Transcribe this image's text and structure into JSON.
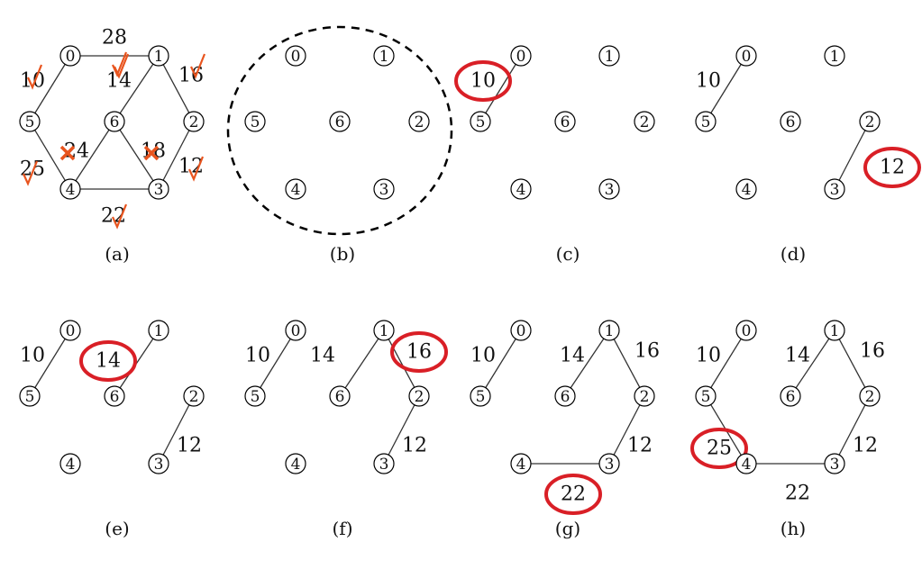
{
  "panels": [
    {
      "caption": "(a)",
      "nodes": [
        "0",
        "1",
        "2",
        "3",
        "4",
        "5",
        "6"
      ],
      "edges": [
        {
          "from": "0",
          "to": "1",
          "weight": "28",
          "mark": "check"
        },
        {
          "from": "0",
          "to": "5",
          "weight": "10",
          "mark": "check"
        },
        {
          "from": "1",
          "to": "6",
          "weight": "14",
          "mark": "check"
        },
        {
          "from": "1",
          "to": "2",
          "weight": "16",
          "mark": "check"
        },
        {
          "from": "2",
          "to": "3",
          "weight": "12",
          "mark": "check"
        },
        {
          "from": "6",
          "to": "4",
          "weight": "24",
          "mark": "cross"
        },
        {
          "from": "6",
          "to": "3",
          "weight": "18",
          "mark": "cross"
        },
        {
          "from": "5",
          "to": "4",
          "weight": "25",
          "mark": "check"
        },
        {
          "from": "4",
          "to": "3",
          "weight": "22",
          "mark": "check"
        }
      ]
    },
    {
      "caption": "(b)",
      "nodes": [
        "0",
        "1",
        "2",
        "3",
        "4",
        "5",
        "6"
      ],
      "edges": [],
      "dashed_circle": true
    },
    {
      "caption": "(c)",
      "nodes": [
        "0",
        "1",
        "2",
        "3",
        "4",
        "5",
        "6"
      ],
      "edges": [
        {
          "from": "0",
          "to": "5",
          "weight": "10",
          "highlight": true
        }
      ]
    },
    {
      "caption": "(d)",
      "nodes": [
        "0",
        "1",
        "2",
        "3",
        "4",
        "5",
        "6"
      ],
      "edges": [
        {
          "from": "0",
          "to": "5",
          "weight": "10"
        },
        {
          "from": "2",
          "to": "3",
          "weight": "12",
          "highlight": true
        }
      ]
    },
    {
      "caption": "(e)",
      "nodes": [
        "0",
        "1",
        "2",
        "3",
        "4",
        "5",
        "6"
      ],
      "edges": [
        {
          "from": "0",
          "to": "5",
          "weight": "10"
        },
        {
          "from": "1",
          "to": "6",
          "weight": "14",
          "highlight": true
        },
        {
          "from": "2",
          "to": "3",
          "weight": "12"
        }
      ]
    },
    {
      "caption": "(f)",
      "nodes": [
        "0",
        "1",
        "2",
        "3",
        "4",
        "5",
        "6"
      ],
      "edges": [
        {
          "from": "0",
          "to": "5",
          "weight": "10"
        },
        {
          "from": "1",
          "to": "6",
          "weight": "14"
        },
        {
          "from": "1",
          "to": "2",
          "weight": "16",
          "highlight": true
        },
        {
          "from": "2",
          "to": "3",
          "weight": "12"
        }
      ]
    },
    {
      "caption": "(g)",
      "nodes": [
        "0",
        "1",
        "2",
        "3",
        "4",
        "5",
        "6"
      ],
      "edges": [
        {
          "from": "0",
          "to": "5",
          "weight": "10"
        },
        {
          "from": "1",
          "to": "6",
          "weight": "14"
        },
        {
          "from": "1",
          "to": "2",
          "weight": "16"
        },
        {
          "from": "2",
          "to": "3",
          "weight": "12"
        },
        {
          "from": "4",
          "to": "3",
          "weight": "22",
          "highlight": true
        }
      ]
    },
    {
      "caption": "(h)",
      "nodes": [
        "0",
        "1",
        "2",
        "3",
        "4",
        "5",
        "6"
      ],
      "edges": [
        {
          "from": "0",
          "to": "5",
          "weight": "10"
        },
        {
          "from": "1",
          "to": "6",
          "weight": "14"
        },
        {
          "from": "1",
          "to": "2",
          "weight": "16"
        },
        {
          "from": "2",
          "to": "3",
          "weight": "12"
        },
        {
          "from": "5",
          "to": "4",
          "weight": "25",
          "highlight": true
        },
        {
          "from": "4",
          "to": "3",
          "weight": "22"
        }
      ]
    }
  ],
  "colors": {
    "line": "#333333",
    "highlight": "#d91f26",
    "mark": "#e8541e",
    "text": "#111111"
  }
}
